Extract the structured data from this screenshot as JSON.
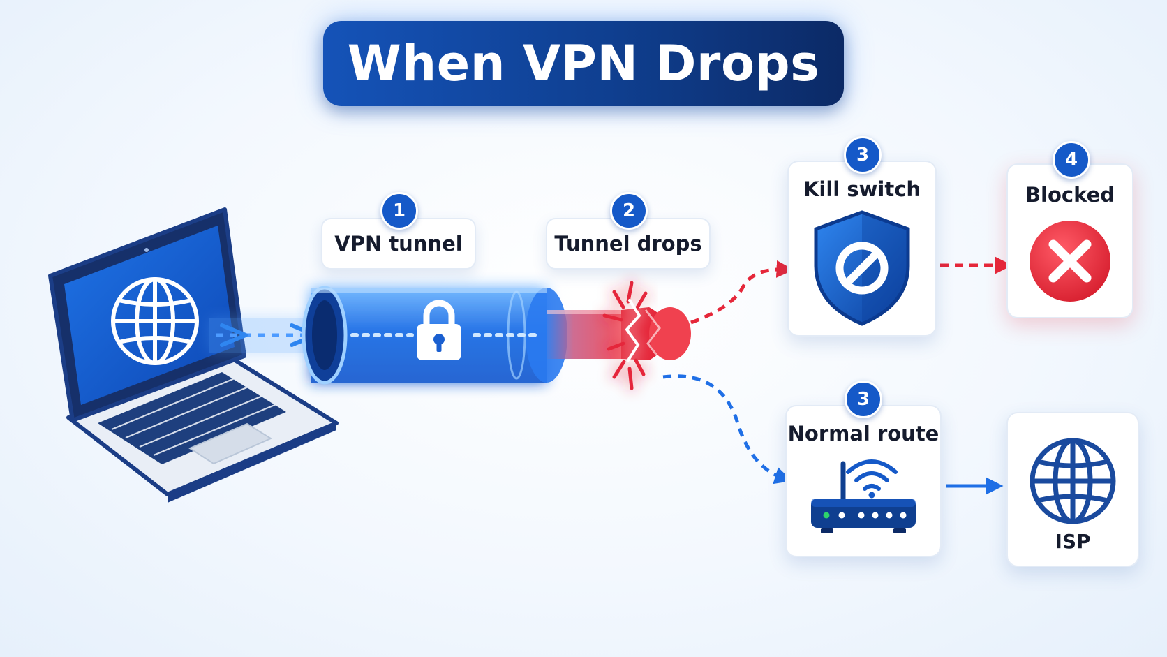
{
  "title": "When VPN Drops",
  "steps": [
    {
      "number": "1",
      "label": "VPN tunnel"
    },
    {
      "number": "2",
      "label": "Tunnel drops"
    },
    {
      "number": "3",
      "label": "Kill switch"
    },
    {
      "number": "4",
      "label": "Blocked"
    },
    {
      "number": "3",
      "label": "Normal route"
    }
  ],
  "destination": {
    "label": "ISP"
  },
  "colors": {
    "primary_blue": "#1559c8",
    "dark_navy": "#0c2a66",
    "alert_red": "#e5273a",
    "text_dark": "#151b2d"
  },
  "icons": [
    "laptop-icon",
    "globe-icon",
    "lock-icon",
    "shield-block-icon",
    "x-mark-icon",
    "router-icon",
    "wifi-icon"
  ]
}
